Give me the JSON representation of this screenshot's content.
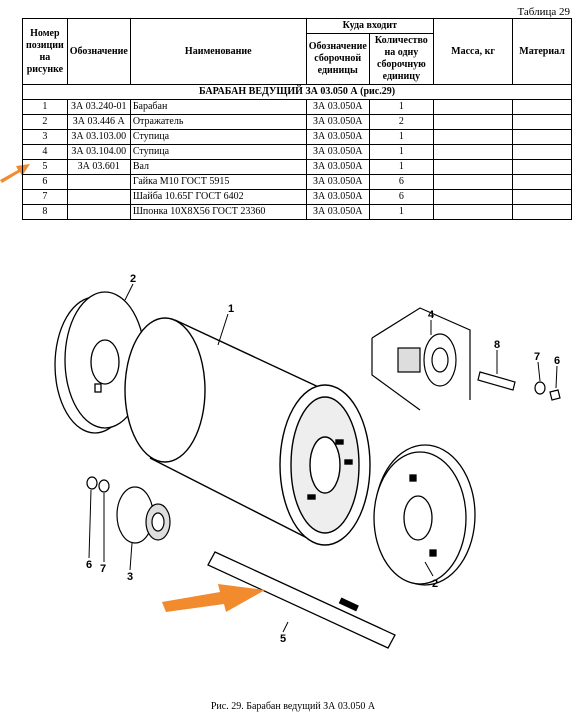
{
  "table_caption": "Таблица 29",
  "headers": {
    "pos": "Номер позиции на рисунке",
    "code": "Обозначение",
    "name": "Наименование",
    "where": "Куда входит",
    "where_code": "Обозначение сборочной единицы",
    "where_qty": "Количество на одну сборочную единицу",
    "mass": "Масса, кг",
    "material": "Материал"
  },
  "section_title": "БАРАБАН ВЕДУЩИЙ ЗА 03.050 А (рис.29)",
  "rows": [
    {
      "pos": "1",
      "code": "ЗА 03.240-01",
      "name": "Барабан",
      "assy": "ЗА 03.050А",
      "qty": "1"
    },
    {
      "pos": "2",
      "code": "ЗА 03.446 А",
      "name": "Отражатель",
      "assy": "ЗА 03.050А",
      "qty": "2"
    },
    {
      "pos": "3",
      "code": "ЗА 03.103.00",
      "name": "Ступица",
      "assy": "ЗА 03.050А",
      "qty": "1"
    },
    {
      "pos": "4",
      "code": "ЗА 03.104.00",
      "name": "Ступица",
      "assy": "ЗА 03.050А",
      "qty": "1"
    },
    {
      "pos": "5",
      "code": "ЗА 03.601",
      "name": "Вал",
      "assy": "ЗА 03.050А",
      "qty": "1"
    },
    {
      "pos": "6",
      "code": "",
      "name": "Гайка М10 ГОСТ 5915",
      "assy": "ЗА 03.050А",
      "qty": "6"
    },
    {
      "pos": "7",
      "code": "",
      "name": "Шайба 10.65Г ГОСТ 6402",
      "assy": "ЗА 03.050А",
      "qty": "6"
    },
    {
      "pos": "8",
      "code": "",
      "name": "Шпонка 10Х8Х56 ГОСТ 23360",
      "assy": "ЗА 03.050А",
      "qty": "1"
    }
  ],
  "callouts": {
    "n1": "1",
    "n2a": "2",
    "n2b": "2",
    "n3": "3",
    "n4": "4",
    "n5": "5",
    "n6a": "6",
    "n6b": "6",
    "n7a": "7",
    "n7b": "7",
    "n8": "8"
  },
  "figure_caption": "Рис. 29. Барабан ведущий ЗА 03.050 А",
  "colors": {
    "arrow": "#f28a2e"
  }
}
